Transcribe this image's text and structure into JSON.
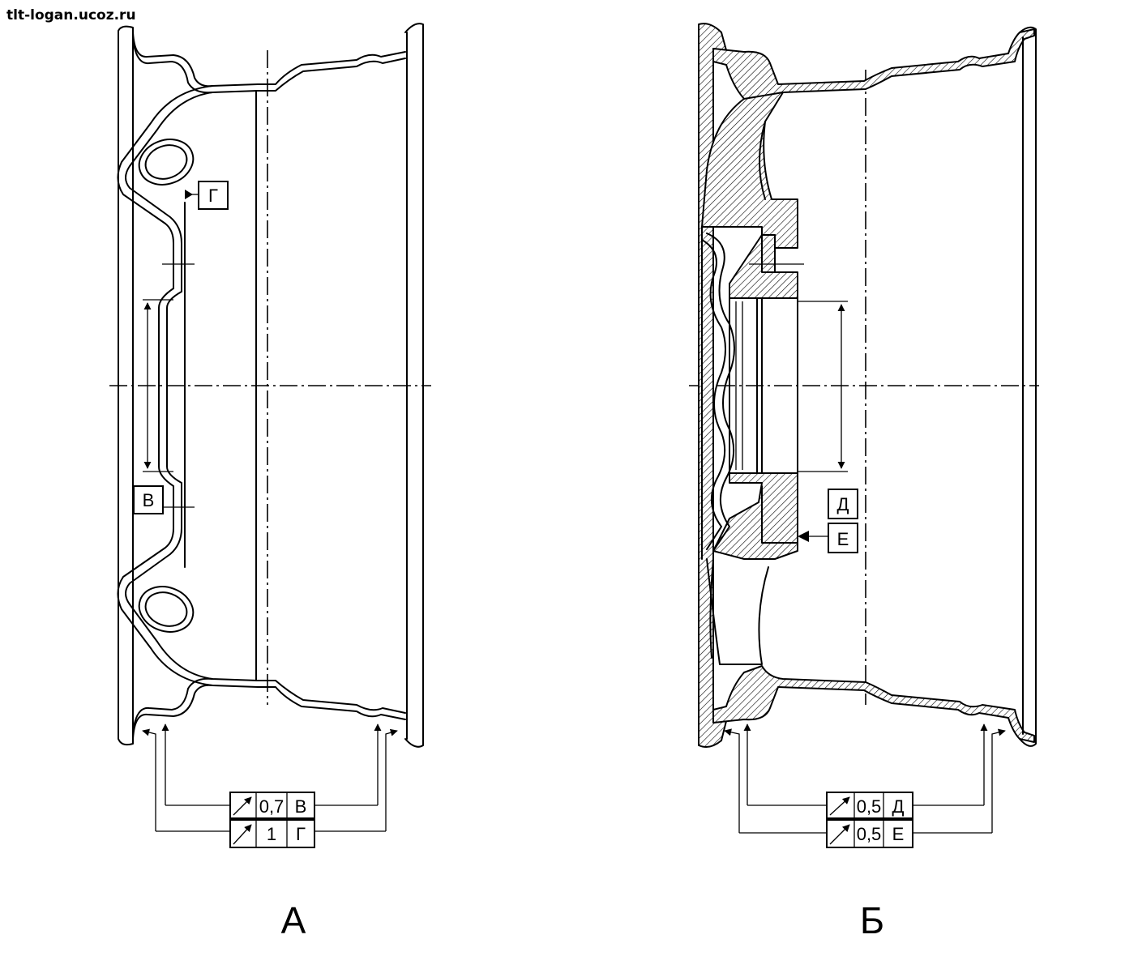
{
  "watermark": "tlt-logan.ucoz.ru",
  "view_a": {
    "caption": "А",
    "datum_upper": "Г",
    "datum_lower": "В",
    "tolerance_rows": [
      {
        "value": "0,7",
        "datum": "В"
      },
      {
        "value": "1",
        "datum": "Г"
      }
    ]
  },
  "view_b": {
    "caption": "Б",
    "datum_upper": "Д",
    "datum_lower": "Е",
    "tolerance_rows": [
      {
        "value": "0,5",
        "datum": "Д"
      },
      {
        "value": "0,5",
        "datum": "Е"
      }
    ]
  }
}
